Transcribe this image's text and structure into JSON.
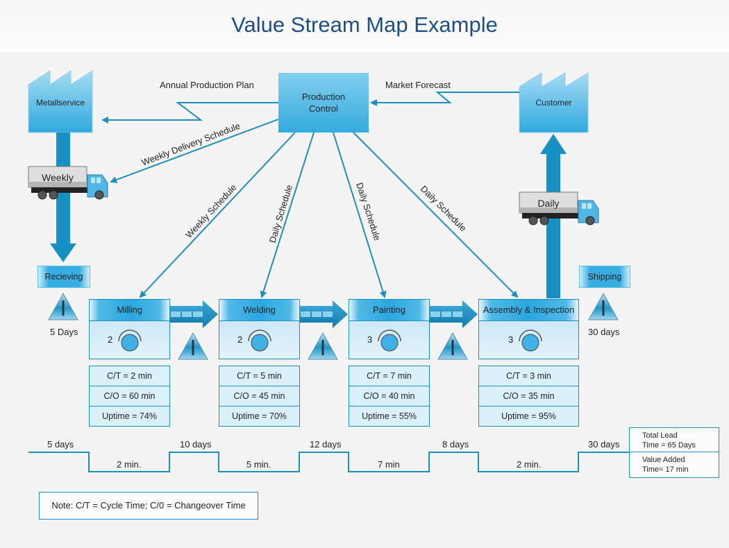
{
  "title": "Value Stream Map Example",
  "colors": {
    "accent": "#1a8fc0",
    "title": "#1d4f86",
    "box_fill": "#d3ecf8"
  },
  "supplier": {
    "name": "Metallservice",
    "icon": "factory-icon"
  },
  "customer": {
    "name": "Customer",
    "icon": "factory-icon"
  },
  "production_control": {
    "line1": "Production",
    "line2": "Control"
  },
  "information_flows": {
    "annual_plan": "Annual Production Plan",
    "market_forecast": "Market Forecast",
    "weekly_delivery": "Weekly Delivery Schedule",
    "weekly_schedule": "Weekly Schedule",
    "daily_schedule_1": "Daily Schedule",
    "daily_schedule_2": "Daily Schedule",
    "daily_schedule_3": "Daily Schedule"
  },
  "trucks": {
    "inbound": "Weekly",
    "outbound": "Daily"
  },
  "receiving": {
    "label": "Recieving",
    "inventory": "5 Days"
  },
  "shipping": {
    "label": "Shipping",
    "inventory": "30 days"
  },
  "processes": [
    {
      "name": "Milling",
      "operators": "2",
      "ct": "C/T = 2 min",
      "co": "C/O = 60 min",
      "uptime": "Uptime = 74%"
    },
    {
      "name": "Welding",
      "operators": "2",
      "ct": "C/T = 5 min",
      "co": "C/O = 45 min",
      "uptime": "Uptime = 70%"
    },
    {
      "name": "Painting",
      "operators": "3",
      "ct": "C/T = 7 min",
      "co": "C/O = 40 min",
      "uptime": "Uptime = 55%"
    },
    {
      "name": "Assembly & Inspection",
      "operators": "3",
      "ct": "C/T = 3 min",
      "co": "C/O = 35 min",
      "uptime": "Uptime = 95%"
    }
  ],
  "timeline": {
    "waits": [
      "5 days",
      "10 days",
      "12 days",
      "8 days",
      "30 days"
    ],
    "process_times": [
      "2 min.",
      "5 min.",
      "7 min",
      "2 min."
    ]
  },
  "summary": {
    "lead_line1": "Total Lead",
    "lead_line2": "Time = 65 Days",
    "va_line1": "Value Added",
    "va_line2": "Time= 17 min"
  },
  "note": "Note: C/T = Cycle Time; C/0 = Changeover Time"
}
